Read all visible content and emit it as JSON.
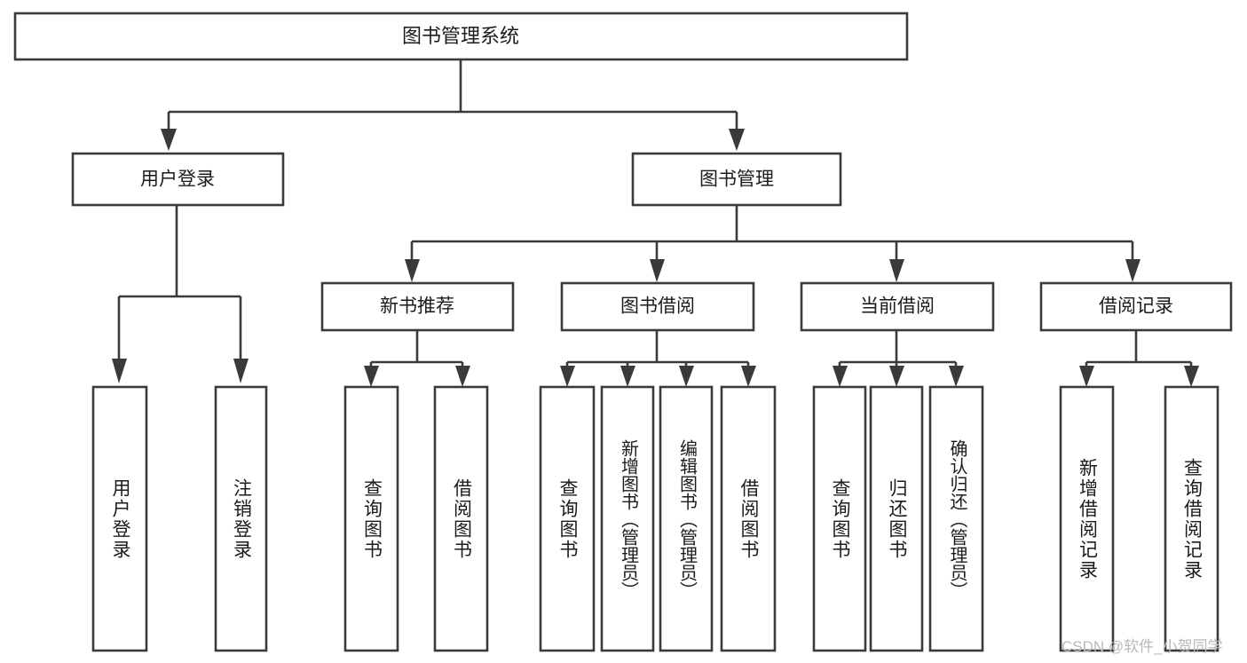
{
  "diagram": {
    "title": "图书管理系统",
    "type": "tree-hierarchy",
    "colors": {
      "stroke": "#3a3a3a",
      "fill": "#ffffff",
      "text": "#1b1b1b",
      "watermark": "#b9b9b9",
      "background": "#ffffff"
    },
    "root": {
      "label": "图书管理系统"
    },
    "level2": [
      {
        "label": "用户登录"
      },
      {
        "label": "图书管理"
      }
    ],
    "level3": [
      {
        "label": "新书推荐"
      },
      {
        "label": "图书借阅"
      },
      {
        "label": "当前借阅"
      },
      {
        "label": "借阅记录"
      }
    ],
    "leaves": {
      "user_login": [
        {
          "label": "用户登录"
        },
        {
          "label": "注销登录"
        }
      ],
      "new_book_recommend": [
        {
          "label": "查询图书"
        },
        {
          "label": "借阅图书"
        }
      ],
      "book_borrow": [
        {
          "label": "查询图书"
        },
        {
          "label": "新增图书（管理员）"
        },
        {
          "label": "编辑图书（管理员）"
        },
        {
          "label": "借阅图书"
        }
      ],
      "current_borrow": [
        {
          "label": "查询图书"
        },
        {
          "label": "归还图书"
        },
        {
          "label": "确认归还（管理员）"
        }
      ],
      "borrow_record": [
        {
          "label": "新增借阅记录"
        },
        {
          "label": "查询借阅记录"
        }
      ]
    }
  },
  "watermark": {
    "text": "CSDN @软件_小贺同学"
  }
}
